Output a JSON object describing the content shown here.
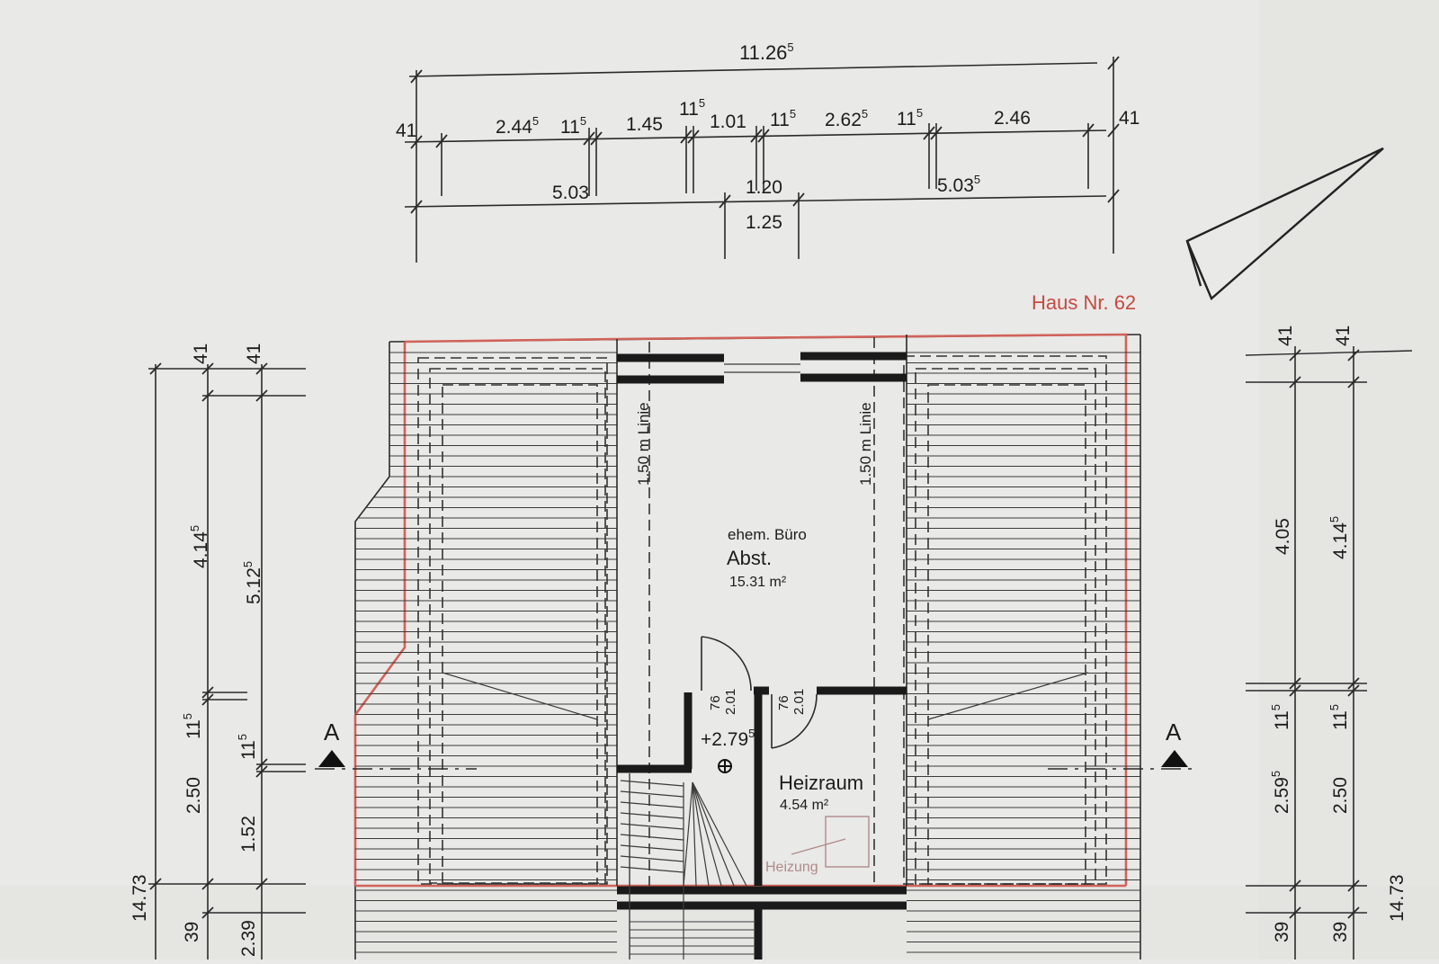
{
  "house_label": "Haus Nr. 62",
  "rooms": {
    "office": {
      "prefix": "ehem. Büro",
      "name": "Abst.",
      "area": "15.31 m²"
    },
    "boiler": {
      "name": "Heizraum",
      "area": "4.54 m²",
      "equipment": "Heizung"
    }
  },
  "level": {
    "main": "+2.79",
    "sup": "5"
  },
  "section_markers": [
    "A",
    "A"
  ],
  "line_labels": [
    "1.50 m Linie",
    "1.50 m Linie"
  ],
  "door_labels": {
    "left": {
      "width": "76",
      "height": "2.01"
    },
    "right": {
      "width": "76",
      "height": "2.01"
    }
  },
  "top_dimensions": {
    "overall": {
      "main": "11.26",
      "sup": "5"
    },
    "segments": [
      {
        "main": "41",
        "sup": ""
      },
      {
        "main": "2.44",
        "sup": "5"
      },
      {
        "main": "11",
        "sup": "5"
      },
      {
        "main": "1.45",
        "sup": ""
      },
      {
        "main": "11",
        "sup": "5"
      },
      {
        "main": "1.01",
        "sup": ""
      },
      {
        "main": "11",
        "sup": "5"
      },
      {
        "main": "2.62",
        "sup": "5"
      },
      {
        "main": "11",
        "sup": "5"
      },
      {
        "main": "2.46",
        "sup": ""
      },
      {
        "main": "41",
        "sup": ""
      }
    ],
    "second_row": [
      {
        "main": "5.03",
        "sup": ""
      },
      {
        "main": "1.20",
        "sup": ""
      },
      {
        "main": "5.03",
        "sup": "5"
      }
    ],
    "third_row": [
      {
        "main": "1.25",
        "sup": ""
      }
    ]
  },
  "left_dimensions": {
    "outer": [
      {
        "main": "14.73",
        "sup": ""
      },
      {
        "main": "39",
        "sup": ""
      }
    ],
    "col1": [
      {
        "main": "41",
        "sup": ""
      },
      {
        "main": "4.14",
        "sup": "5"
      },
      {
        "main": "11",
        "sup": "5"
      },
      {
        "main": "2.50",
        "sup": ""
      }
    ],
    "col2": [
      {
        "main": "41",
        "sup": ""
      },
      {
        "main": "5.12",
        "sup": "5"
      },
      {
        "main": "11",
        "sup": "5"
      },
      {
        "main": "1.52",
        "sup": ""
      },
      {
        "main": "2.39",
        "sup": ""
      }
    ]
  },
  "right_dimensions": {
    "col1": [
      {
        "main": "41",
        "sup": ""
      },
      {
        "main": "4.05",
        "sup": ""
      },
      {
        "main": "11",
        "sup": "5"
      },
      {
        "main": "2.59",
        "sup": "5"
      },
      {
        "main": "39",
        "sup": ""
      }
    ],
    "col2": [
      {
        "main": "41",
        "sup": ""
      },
      {
        "main": "4.14",
        "sup": "5"
      },
      {
        "main": "11",
        "sup": "5"
      },
      {
        "main": "2.50",
        "sup": ""
      },
      {
        "main": "39",
        "sup": ""
      }
    ],
    "outer": [
      {
        "main": "14.73",
        "sup": ""
      }
    ]
  },
  "colors": {
    "paper": "#e9e9e7",
    "ink": "#1c1c1c",
    "property_line": "#d0625a",
    "equipment": "#b08a8a"
  }
}
